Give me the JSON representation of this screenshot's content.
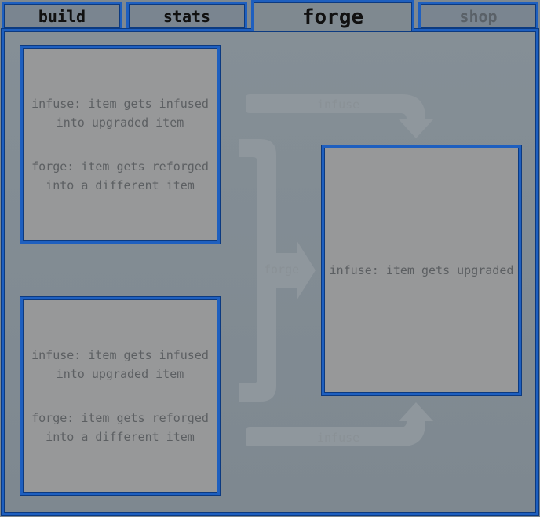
{
  "tabs": [
    {
      "label": "build",
      "state": "normal"
    },
    {
      "label": "stats",
      "state": "normal"
    },
    {
      "label": "forge",
      "state": "active"
    },
    {
      "label": "shop",
      "state": "disabled"
    }
  ],
  "input_slot_top": {
    "infuse_line1": "infuse: item gets infused",
    "infuse_line2": "into upgraded item",
    "forge_line1": "forge: item gets reforged",
    "forge_line2": "into a different item"
  },
  "input_slot_bottom": {
    "infuse_line1": "infuse: item gets infused",
    "infuse_line2": "into upgraded item",
    "forge_line1": "forge: item gets reforged",
    "forge_line2": "into a different item"
  },
  "output_slot": {
    "text": "infuse: item gets upgraded"
  },
  "flow_labels": {
    "top_arrow": "infuse",
    "middle_arrow": "forge",
    "bottom_arrow": "infuse"
  },
  "colors": {
    "border": "#1e5fbf",
    "background": "#7e8890",
    "slot": "#979899",
    "flow_arrow": "#8f979d"
  }
}
